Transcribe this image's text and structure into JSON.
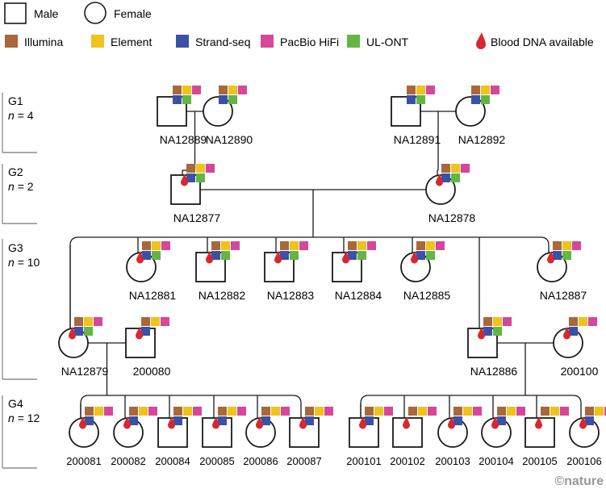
{
  "legend": {
    "sex": [
      {
        "key": "male",
        "label": "Male",
        "shape": "square"
      },
      {
        "key": "female",
        "label": "Female",
        "shape": "circle"
      }
    ],
    "technologies": [
      {
        "key": "illumina",
        "label": "Illumina",
        "color": "#a8683a"
      },
      {
        "key": "element",
        "label": "Element",
        "color": "#efc21d"
      },
      {
        "key": "strandseq",
        "label": "Strand-seq",
        "color": "#3a51a6"
      },
      {
        "key": "pacbio",
        "label": "PacBio HiFi",
        "color": "#d6479a"
      },
      {
        "key": "ulont",
        "label": "UL-ONT",
        "color": "#63b546"
      }
    ],
    "blood": {
      "label": "Blood DNA available",
      "color": "#d7282f",
      "icon": "blood-drop-icon"
    }
  },
  "generations": [
    {
      "label": "G1",
      "n_label": "n",
      "n_value": "= 4"
    },
    {
      "label": "G2",
      "n_label": "n",
      "n_value": "= 2"
    },
    {
      "label": "G3",
      "n_label": "n",
      "n_value": "= 10"
    },
    {
      "label": "G4",
      "n_label": "n",
      "n_value": "= 12"
    }
  ],
  "individuals": [
    {
      "id": "NA12889",
      "sex": "male",
      "gen": 1,
      "tech": [
        "illumina",
        "element",
        "pacbio",
        "strandseq",
        "ulont"
      ],
      "blood": false
    },
    {
      "id": "NA12890",
      "sex": "female",
      "gen": 1,
      "tech": [
        "illumina",
        "element",
        "pacbio",
        "strandseq",
        "ulont"
      ],
      "blood": false
    },
    {
      "id": "NA12891",
      "sex": "male",
      "gen": 1,
      "tech": [
        "illumina",
        "element",
        "pacbio",
        "strandseq",
        "ulont"
      ],
      "blood": false
    },
    {
      "id": "NA12892",
      "sex": "female",
      "gen": 1,
      "tech": [
        "illumina",
        "element",
        "pacbio",
        "strandseq",
        "ulont"
      ],
      "blood": false
    },
    {
      "id": "NA12877",
      "sex": "male",
      "gen": 2,
      "tech": [
        "illumina",
        "element",
        "pacbio",
        "strandseq",
        "ulont"
      ],
      "blood": true
    },
    {
      "id": "NA12878",
      "sex": "female",
      "gen": 2,
      "tech": [
        "illumina",
        "element",
        "pacbio",
        "strandseq",
        "ulont"
      ],
      "blood": true
    },
    {
      "id": "NA12879",
      "sex": "female",
      "gen": 3,
      "tech": [
        "illumina",
        "element",
        "pacbio",
        "strandseq",
        "ulont"
      ],
      "blood": true
    },
    {
      "id": "NA12881",
      "sex": "female",
      "gen": 3,
      "tech": [
        "illumina",
        "element",
        "pacbio",
        "strandseq",
        "ulont"
      ],
      "blood": true
    },
    {
      "id": "NA12882",
      "sex": "male",
      "gen": 3,
      "tech": [
        "illumina",
        "element",
        "pacbio",
        "strandseq",
        "ulont"
      ],
      "blood": true
    },
    {
      "id": "NA12883",
      "sex": "male",
      "gen": 3,
      "tech": [
        "illumina",
        "element",
        "pacbio",
        "strandseq",
        "ulont"
      ],
      "blood": true
    },
    {
      "id": "NA12884",
      "sex": "male",
      "gen": 3,
      "tech": [
        "illumina",
        "element",
        "pacbio",
        "strandseq",
        "ulont"
      ],
      "blood": true
    },
    {
      "id": "NA12885",
      "sex": "female",
      "gen": 3,
      "tech": [
        "illumina",
        "element",
        "pacbio",
        "strandseq",
        "ulont"
      ],
      "blood": true
    },
    {
      "id": "NA12886",
      "sex": "male",
      "gen": 3,
      "tech": [
        "illumina",
        "element",
        "pacbio",
        "strandseq",
        "ulont"
      ],
      "blood": true
    },
    {
      "id": "NA12887",
      "sex": "female",
      "gen": 3,
      "tech": [
        "illumina",
        "element",
        "pacbio",
        "strandseq",
        "ulont"
      ],
      "blood": true
    },
    {
      "id": "200080",
      "sex": "male",
      "gen": 3,
      "tech": [
        "illumina",
        "element",
        "pacbio",
        "strandseq"
      ],
      "blood": true
    },
    {
      "id": "200100",
      "sex": "female",
      "gen": 3,
      "tech": [
        "illumina",
        "element",
        "pacbio",
        "strandseq"
      ],
      "blood": true
    },
    {
      "id": "200081",
      "sex": "female",
      "gen": 4,
      "tech": [
        "illumina",
        "element",
        "pacbio",
        "strandseq"
      ],
      "blood": true
    },
    {
      "id": "200082",
      "sex": "female",
      "gen": 4,
      "tech": [
        "illumina",
        "element",
        "pacbio",
        "strandseq"
      ],
      "blood": true
    },
    {
      "id": "200084",
      "sex": "male",
      "gen": 4,
      "tech": [
        "illumina",
        "element",
        "pacbio",
        "strandseq"
      ],
      "blood": true
    },
    {
      "id": "200085",
      "sex": "male",
      "gen": 4,
      "tech": [
        "illumina",
        "element",
        "pacbio",
        "strandseq"
      ],
      "blood": true
    },
    {
      "id": "200086",
      "sex": "female",
      "gen": 4,
      "tech": [
        "illumina",
        "element",
        "pacbio",
        "strandseq"
      ],
      "blood": true
    },
    {
      "id": "200087",
      "sex": "male",
      "gen": 4,
      "tech": [
        "illumina",
        "element",
        "pacbio",
        "strandseq"
      ],
      "blood": true
    },
    {
      "id": "200101",
      "sex": "male",
      "gen": 4,
      "tech": [
        "illumina",
        "element",
        "pacbio",
        "strandseq"
      ],
      "blood": true
    },
    {
      "id": "200102",
      "sex": "male",
      "gen": 4,
      "tech": [
        "illumina",
        "element",
        "pacbio"
      ],
      "blood": true
    },
    {
      "id": "200103",
      "sex": "female",
      "gen": 4,
      "tech": [
        "illumina",
        "element",
        "pacbio",
        "strandseq"
      ],
      "blood": true
    },
    {
      "id": "200104",
      "sex": "female",
      "gen": 4,
      "tech": [
        "illumina",
        "element",
        "pacbio",
        "strandseq"
      ],
      "blood": true
    },
    {
      "id": "200105",
      "sex": "male",
      "gen": 4,
      "tech": [
        "illumina",
        "element",
        "pacbio"
      ],
      "blood": true
    },
    {
      "id": "200106",
      "sex": "female",
      "gen": 4,
      "tech": [
        "illumina",
        "element",
        "pacbio",
        "strandseq"
      ],
      "blood": true
    }
  ],
  "couples": [
    {
      "partners": [
        "NA12889",
        "NA12890"
      ],
      "children": [
        "NA12877"
      ]
    },
    {
      "partners": [
        "NA12891",
        "NA12892"
      ],
      "children": [
        "NA12878"
      ]
    },
    {
      "partners": [
        "NA12877",
        "NA12878"
      ],
      "children": [
        "NA12879",
        "NA12881",
        "NA12882",
        "NA12883",
        "NA12884",
        "NA12885",
        "NA12886",
        "NA12887"
      ]
    },
    {
      "partners": [
        "NA12879",
        "200080"
      ],
      "children": [
        "200081",
        "200082",
        "200084",
        "200085",
        "200086",
        "200087"
      ]
    },
    {
      "partners": [
        "NA12886",
        "200100"
      ],
      "children": [
        "200101",
        "200102",
        "200103",
        "200104",
        "200105",
        "200106"
      ]
    }
  ],
  "credit": "©nature"
}
